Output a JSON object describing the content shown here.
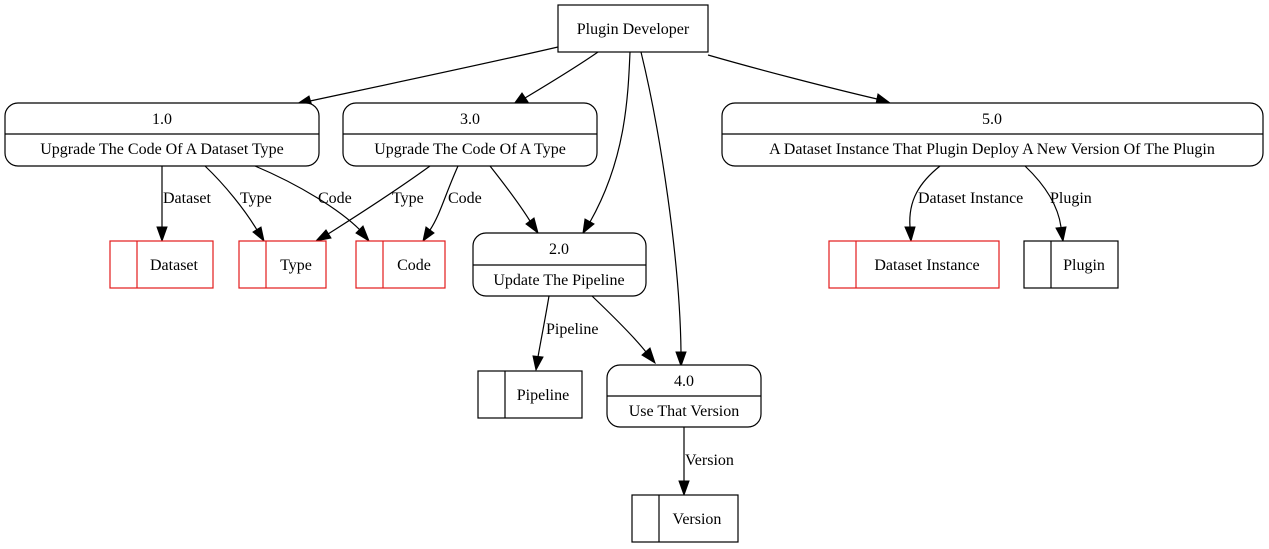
{
  "external_entity": {
    "label": "Plugin Developer"
  },
  "processes": {
    "p1": {
      "id": "1.0",
      "label": "Upgrade The Code Of A Dataset Type"
    },
    "p2": {
      "id": "2.0",
      "label": "Update The Pipeline"
    },
    "p3": {
      "id": "3.0",
      "label": "Upgrade The Code Of A Type"
    },
    "p4": {
      "id": "4.0",
      "label": "Use That Version"
    },
    "p5": {
      "id": "5.0",
      "label": "A Dataset Instance That Plugin Deploy A New Version Of The Plugin"
    }
  },
  "data_stores": {
    "dataset": {
      "label": "Dataset",
      "highlight": "#e31a1c"
    },
    "type": {
      "label": "Type",
      "highlight": "#e31a1c"
    },
    "code": {
      "label": "Code",
      "highlight": "#e31a1c"
    },
    "dataset_instance": {
      "label": "Dataset Instance",
      "highlight": "#e31a1c"
    },
    "plugin": {
      "label": "Plugin",
      "highlight": ""
    },
    "pipeline": {
      "label": "Pipeline",
      "highlight": ""
    },
    "version": {
      "label": "Version",
      "highlight": ""
    }
  },
  "flows": {
    "p1_dataset": "Dataset",
    "p1_type": "Type",
    "p1_code": "Code",
    "p3_type": "Type",
    "p3_code": "Code",
    "p5_dataset_instance": "Dataset Instance",
    "p5_plugin": "Plugin",
    "p2_pipeline": "Pipeline",
    "p4_version": "Version"
  }
}
